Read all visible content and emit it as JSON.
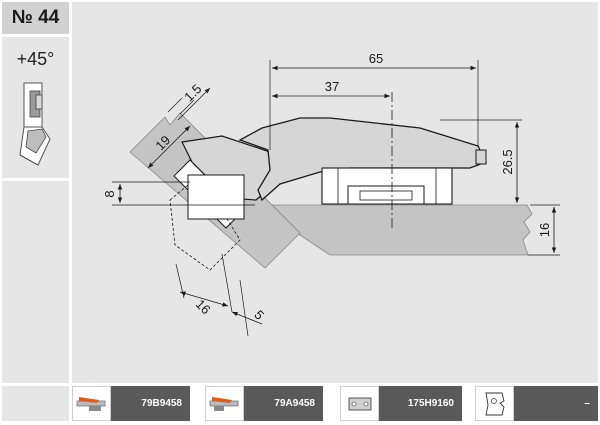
{
  "header": {
    "number": "№ 44",
    "angle": "+45°"
  },
  "dimensions": {
    "d65": "65",
    "d37": "37",
    "d26_5": "26.5",
    "d16_right": "16",
    "d1_5": "1.5",
    "d19": "19",
    "d8": "8",
    "d16_bottom": "16",
    "d5": "5"
  },
  "products": [
    {
      "code": "79B9458",
      "icon": "hinge-straight-icon"
    },
    {
      "code": "79A9458",
      "icon": "hinge-overlay-icon"
    },
    {
      "code": "175H9160",
      "icon": "mounting-plate-icon"
    },
    {
      "code": "–",
      "icon": "cup-drilling-icon"
    }
  ]
}
